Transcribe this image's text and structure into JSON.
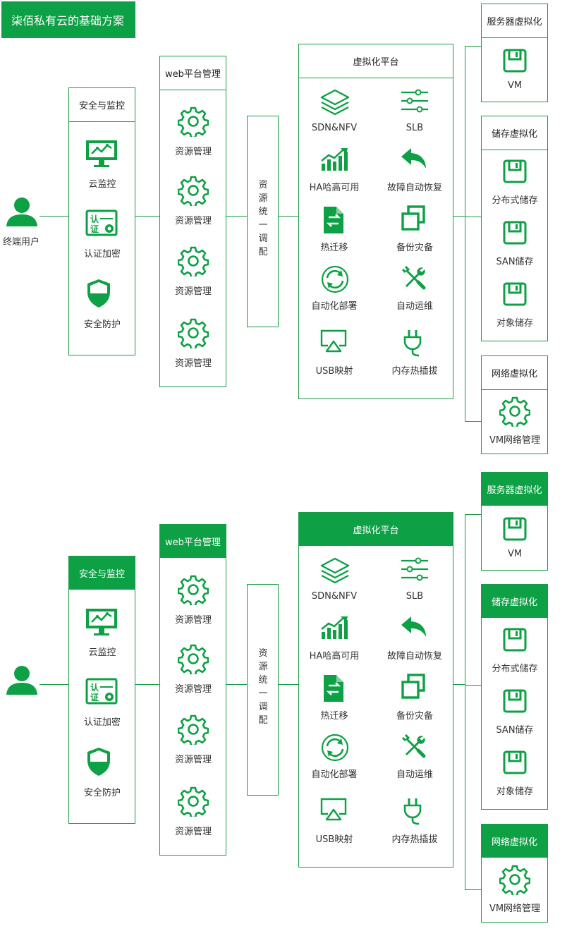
{
  "title": "柒佰私有云的基础方案",
  "user_label": "终端用户",
  "security": {
    "header": "安全与监控",
    "items": [
      "云监控",
      "认证加密",
      "安全防护"
    ]
  },
  "web": {
    "header": "web平台管理",
    "items": [
      "资源管理",
      "资源管理",
      "资源管理",
      "资源管理"
    ]
  },
  "dispatch": "资源统一调配",
  "platform": {
    "header": "虚拟化平台",
    "items": [
      "SDN&NFV",
      "SLB",
      "HA哈高可用",
      "故障自动恢复",
      "热迁移",
      "备份灾备",
      "自动化部署",
      "自动运维",
      "USB映射",
      "内存热插拔"
    ]
  },
  "server": {
    "header": "服务器虚拟化",
    "items": [
      "VM"
    ]
  },
  "storage": {
    "header": "储存虚拟化",
    "items": [
      "分布式储存",
      "SAN储存",
      "对象储存"
    ]
  },
  "network": {
    "header": "网络虚拟化",
    "items": [
      "VM网络管理"
    ]
  },
  "colors": {
    "green": "#0da044",
    "line": "#1a9a46",
    "text": "#333333"
  }
}
